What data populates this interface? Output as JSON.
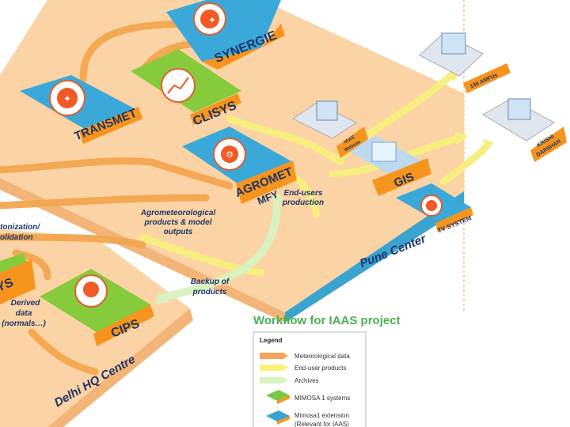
{
  "title": "Workflow for IAAS project",
  "systems": {
    "synergie": "SYNERGIE",
    "transmet": "TRANSMET",
    "clisys": "CLISYS",
    "agromet": "AGROMET",
    "mfy": "MFY",
    "gis": "GIS",
    "tv_system": "TV SYSTEM",
    "cips": "CIPS",
    "ys_fragment": "YS"
  },
  "centres": {
    "pune": "Pune Center",
    "delhi": "Delhi HQ Centre"
  },
  "outputs": {
    "amfu": "130 AMFUs",
    "iaas_website_1": "IAAS",
    "iaas_website_2": "Website",
    "krishi_1": "KRISHI",
    "krishi_2": "DARSHAN"
  },
  "annotations": {
    "end_users_1": "End-users",
    "end_users_2": "production",
    "agro_1": "Agrometeorological",
    "agro_2": "products & model",
    "agro_3": "outputs",
    "harmon_1": "tonization/",
    "harmon_2": "olidation",
    "backup_1": "Backup of",
    "backup_2": "products",
    "derived_1": "Derived",
    "derived_2": "data",
    "derived_3": "(normals…)"
  },
  "legend": {
    "heading": "Legend",
    "items": [
      {
        "label": "Meteorological data",
        "color": "#f5a35a"
      },
      {
        "label": "End-user products",
        "color": "#f8f27c"
      },
      {
        "label": "Archives",
        "color": "#d9f2c0"
      },
      {
        "label": "MIMOSA 1 systems",
        "color": "#7ac943"
      },
      {
        "label": "Mimosa1 extension",
        "color": "#3ba3cf"
      },
      {
        "label": "(Relevant for IAAS)",
        "color": ""
      }
    ]
  },
  "colors": {
    "platform": "#fbd3a4",
    "platform_side": "#f3b577",
    "teal": "#3aa8d8",
    "green": "#86cb3b",
    "label_orange": "#f7941d",
    "title_green": "#4caf50",
    "arrow_orange": "#f4a64f",
    "arrow_yellow": "#f6ef7f"
  }
}
